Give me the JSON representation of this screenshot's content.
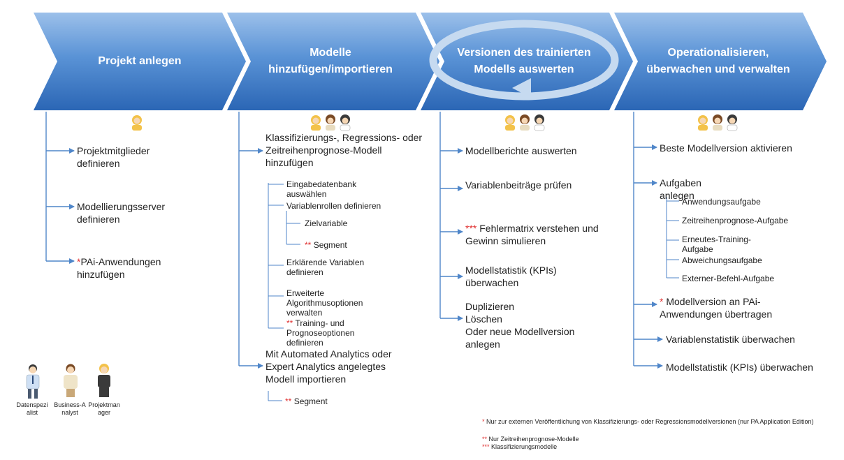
{
  "stages": [
    {
      "title": "Projekt anlegen"
    },
    {
      "title": "Modelle hinzufügen/importieren"
    },
    {
      "title": "Versionen des trainierten Modells auswerten"
    },
    {
      "title": "Operationalisieren, überwachen und verwalten"
    }
  ],
  "col1": {
    "items": [
      {
        "text": "Projektmitglieder definieren"
      },
      {
        "text": "Modellierungsserver definieren"
      },
      {
        "star": "*",
        "text": "PAi-Anwendungen hinzufügen"
      }
    ]
  },
  "col2": {
    "item1": "Klassifizierungs-, Regressions- oder Zeitreihenprognose-Modell hinzufügen",
    "sub1": "Eingabedatenbank auswählen",
    "sub2": "Variablenrollen definieren",
    "sub2a": "Zielvariable",
    "sub2b_star": "**",
    "sub2b": "Segment",
    "sub3": "Erklärende Variablen definieren",
    "sub4": "Erweiterte Algorithmusoptionen verwalten",
    "sub5_star": "**",
    "sub5": "Training- und Prognoseoptionen definieren",
    "item2": "Mit Automated Analytics oder Expert Analytics angelegtes Modell importieren",
    "sub6_star": "**",
    "sub6": "Segment"
  },
  "col3": {
    "items": [
      {
        "text": "Modellberichte auswerten"
      },
      {
        "text": "Variablenbeiträge prüfen"
      },
      {
        "star": "***",
        "text": "Fehlermatrix verstehen und Gewinn simulieren"
      },
      {
        "text": "Modellstatistik (KPIs) überwachen"
      },
      {
        "text": "Duplizieren\nLöschen\nOder neue Modellversion anlegen"
      }
    ]
  },
  "col4": {
    "item1": "Beste Modellversion aktivieren",
    "item2": "Aufgaben anlegen",
    "subs": [
      "Anwendungsaufgabe",
      "Zeitreihenprognose-Aufgabe",
      "Erneutes-Training-Aufgabe",
      "Abweichungsaufgabe",
      "Externer-Befehl-Aufgabe"
    ],
    "item3_star": "*",
    "item3": "Modellversion an PAi-Anwendungen übertragen",
    "item4": "Variablenstatistik überwachen",
    "item5": "Modellstatistik (KPIs) überwachen"
  },
  "people": [
    {
      "label": "Datenspezialist",
      "icon": "data-specialist-icon"
    },
    {
      "label": "Business-Analyst",
      "icon": "business-analyst-icon"
    },
    {
      "label": "Projektmanager",
      "icon": "project-manager-icon"
    }
  ],
  "legend": {
    "l1_star": "*",
    "l1": "Nur zur externen Veröffentlichung von Klassifizierungs- oder Regressionsmodellversionen (nur PA Application Edition)",
    "l2_star": "**",
    "l2": "Nur Zeitreihenprognose-Modelle",
    "l3_star": "***",
    "l3": "Klassifizierungsmodelle"
  },
  "colors": {
    "arrow_top": "#8fb6e4",
    "arrow_bottom": "#2e6fbf",
    "line": "#4f86c9",
    "star": "#e03030",
    "ring": "#c6daf0"
  }
}
